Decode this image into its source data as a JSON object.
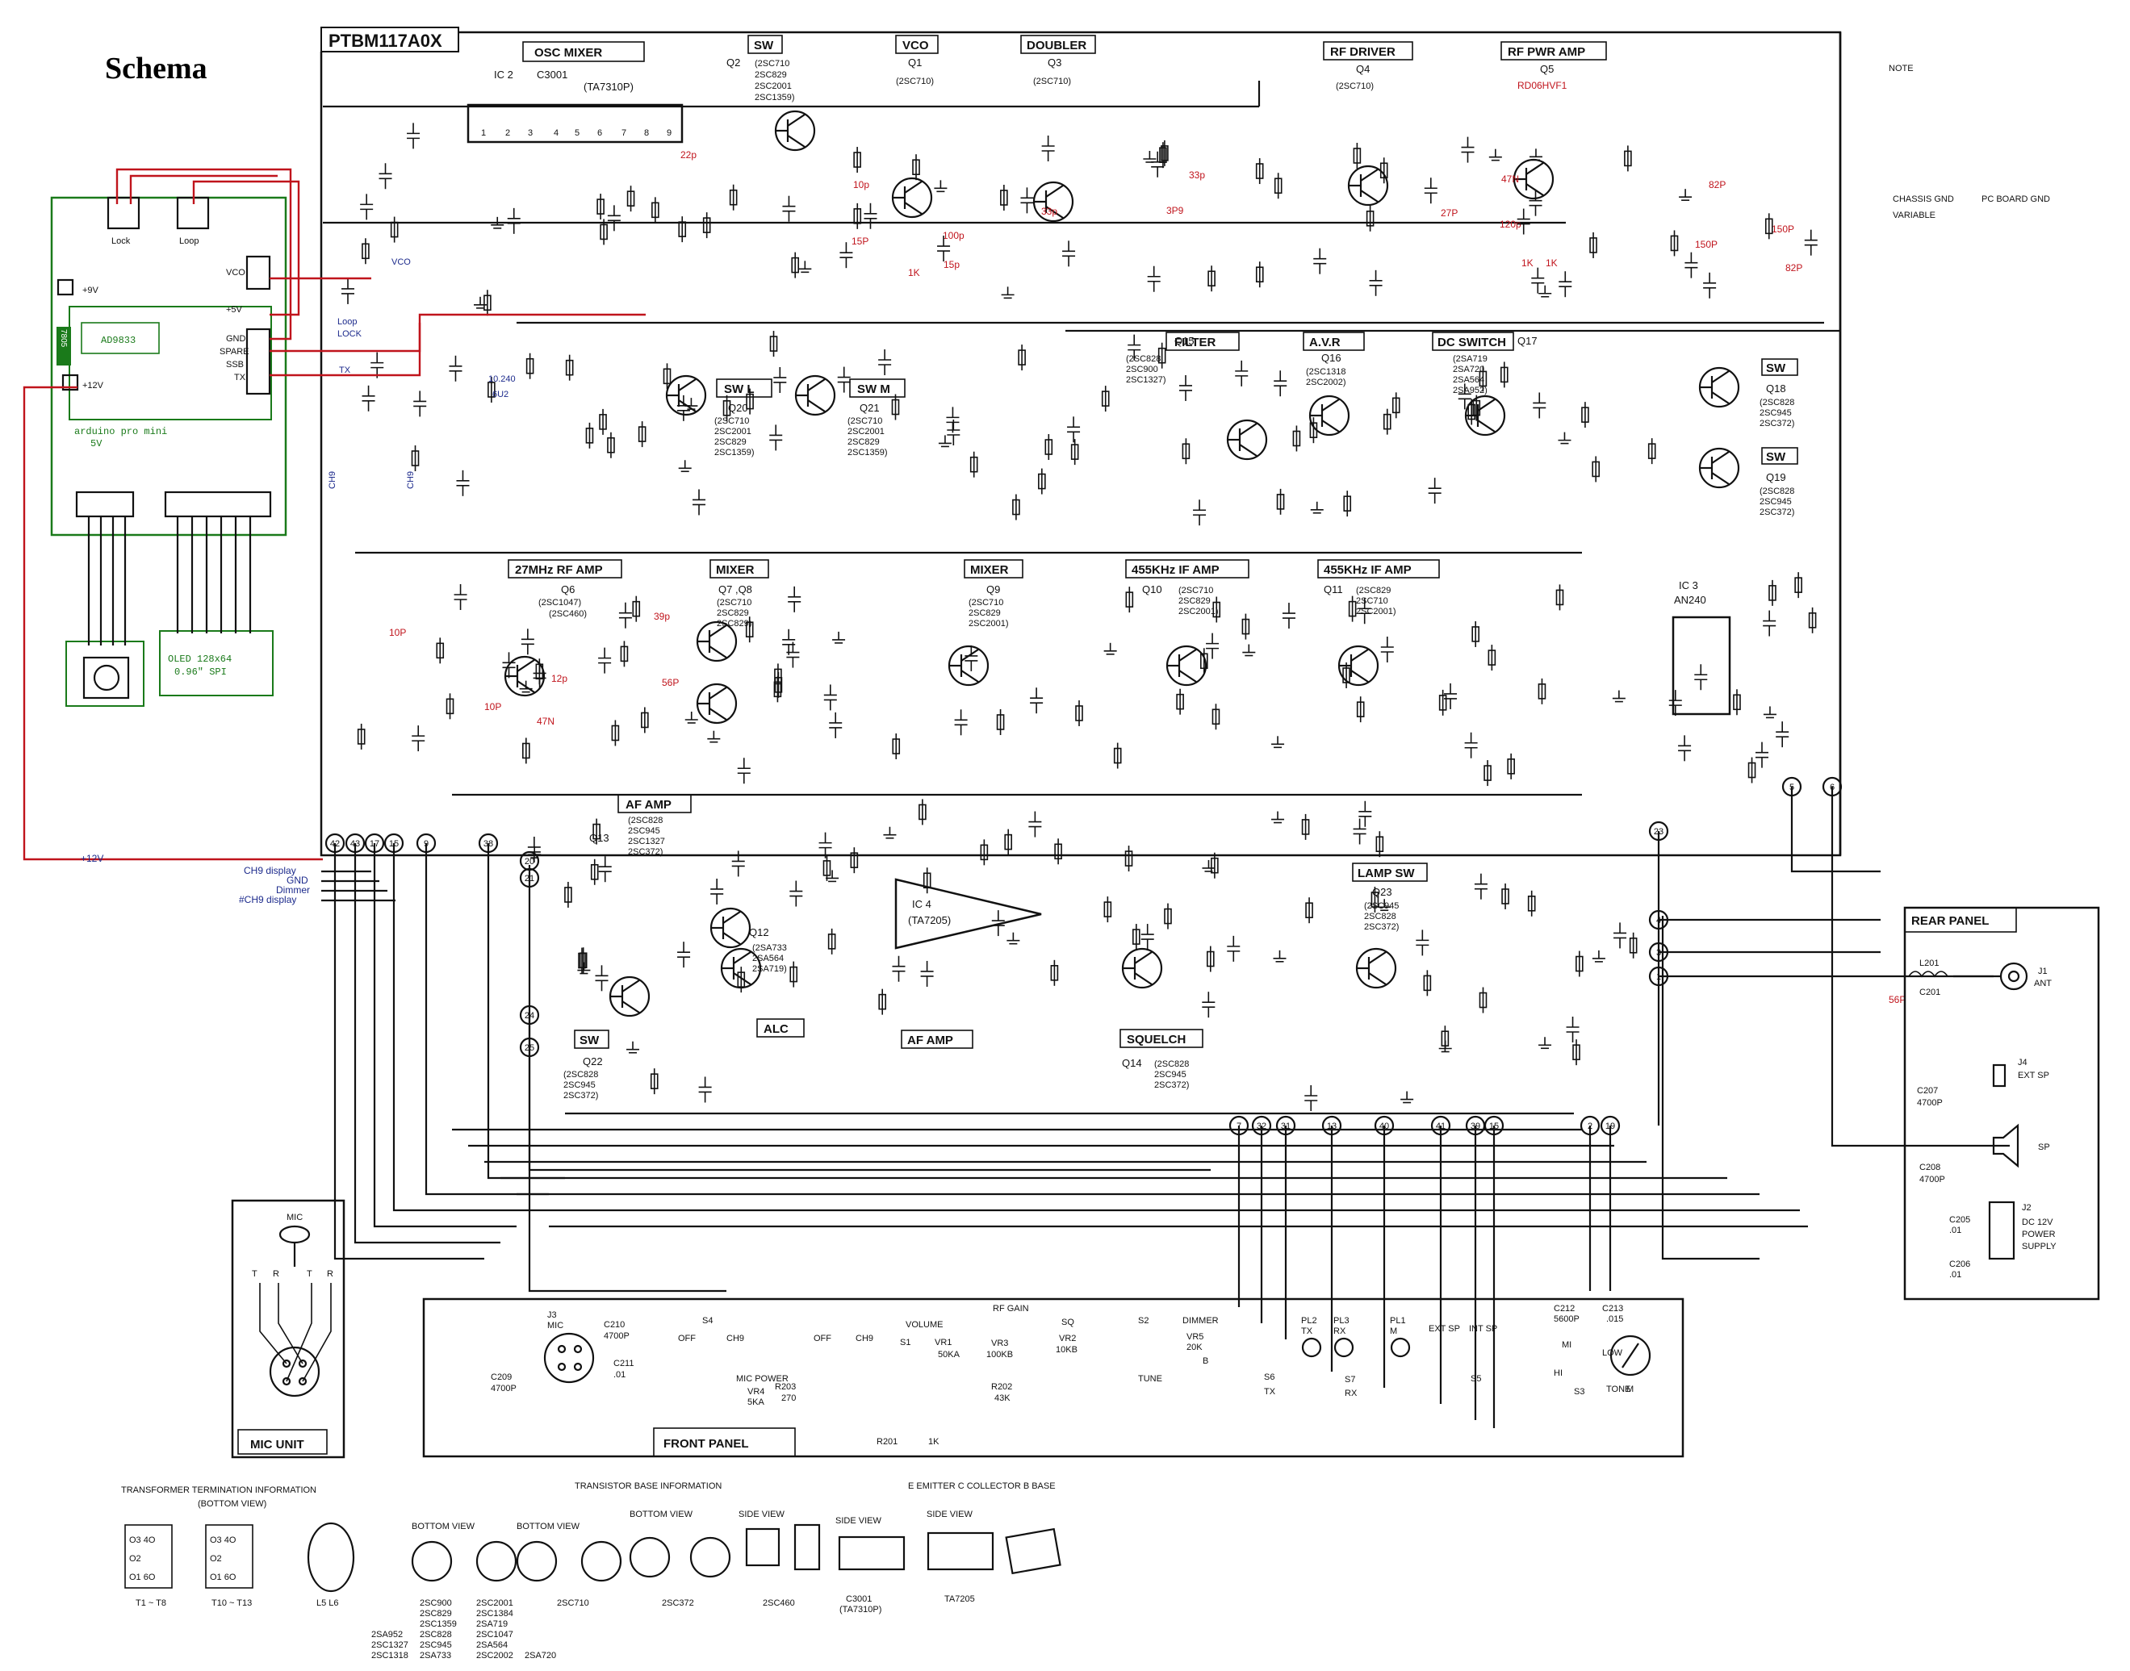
{
  "title": "Schema",
  "board_id": "PTBM117A0X",
  "note_label": "NOTE",
  "legend": {
    "chassis_gnd": "CHASSIS GND",
    "pc_board_gnd": "PC BOARD GND",
    "variable": "VARIABLE"
  },
  "sections": {
    "osc_mixer": "OSC MIXER",
    "sw_top": "SW",
    "vco": "VCO",
    "doubler": "DOUBLER",
    "rf_driver": "RF DRIVER",
    "rf_pwr_amp": "RF PWR AMP",
    "filter": "FILTER",
    "avr": "A.V.R",
    "dc_switch": "DC SWITCH",
    "sw_l": "SW L",
    "sw_m": "SW M",
    "rf_amp_27": "27MHz RF AMP",
    "mixer1": "MIXER",
    "mixer2": "MIXER",
    "if_amp1": "455KHz IF AMP",
    "if_amp2": "455KHz IF AMP",
    "af_amp_block": "AF AMP",
    "af_amp_small": "AF AMP",
    "lamp_sw": "LAMP SW",
    "sw_bottom": "SW",
    "alc": "ALC",
    "squelch": "SQUELCH",
    "sw_q18": "SW",
    "sw_q19": "SW",
    "rear_panel": "REAR PANEL",
    "front_panel": "FRONT PANEL",
    "mic_unit": "MIC UNIT"
  },
  "ics": {
    "ic2": {
      "ref": "IC 2",
      "part": "C3001",
      "sub": "(TA7310P)"
    },
    "ic3": {
      "ref": "IC 3",
      "part": "AN240"
    },
    "ic4": {
      "ref": "IC 4",
      "part": "(TA7205)"
    }
  },
  "transistors": {
    "q1": {
      "ref": "Q1",
      "part": "(2SC710)"
    },
    "q2": {
      "ref": "Q2",
      "parts": [
        "(2SC710",
        "2SC829",
        "2SC2001",
        "2SC1359)"
      ]
    },
    "q3": {
      "ref": "Q3",
      "part": "(2SC710)"
    },
    "q4": {
      "ref": "Q4",
      "part": "(2SC710)"
    },
    "q5": {
      "ref": "Q5",
      "part": "RD06HVF1"
    },
    "q6": {
      "ref": "Q6",
      "parts": [
        "(2SC1047)",
        "(2SC460)"
      ]
    },
    "q78": {
      "ref": "Q7 ,Q8",
      "parts": [
        "(2SC710",
        "2SC829",
        "2SC829)"
      ]
    },
    "q9": {
      "ref": "Q9",
      "parts": [
        "(2SC710",
        "2SC829",
        "2SC2001)"
      ]
    },
    "q10": {
      "ref": "Q10",
      "parts": [
        "(2SC710",
        "2SC829",
        "2SC2001)"
      ]
    },
    "q11": {
      "ref": "Q11",
      "parts": [
        "(2SC829",
        "2SC710",
        "2SC2001)"
      ]
    },
    "q12": {
      "ref": "Q12",
      "parts": [
        "(2SA733",
        "2SA564",
        "2SA719)"
      ]
    },
    "q13": {
      "ref": "Q13",
      "parts": [
        "(2SC828",
        "2SC945",
        "2SC1327",
        "2SC372)"
      ]
    },
    "q14": {
      "ref": "Q14",
      "parts": [
        "(2SC828",
        "2SC945",
        "2SC372)"
      ]
    },
    "q15": {
      "ref": "Q15",
      "parts": [
        "(2SC828",
        "2SC900",
        "2SC1327)"
      ]
    },
    "q16": {
      "ref": "Q16",
      "parts": [
        "(2SC1318",
        "2SC2002)"
      ]
    },
    "q17": {
      "ref": "Q17",
      "parts": [
        "(2SA719",
        "2SA720",
        "2SA564",
        "2SA952)"
      ]
    },
    "q18": {
      "ref": "Q18",
      "parts": [
        "(2SC828",
        "2SC945",
        "2SC372)"
      ]
    },
    "q19": {
      "ref": "Q19",
      "parts": [
        "(2SC828",
        "2SC945",
        "2SC372)"
      ]
    },
    "q20": {
      "ref": "Q20",
      "parts": [
        "(2SC710",
        "2SC2001",
        "2SC829",
        "2SC1359)"
      ]
    },
    "q21": {
      "ref": "Q21",
      "parts": [
        "(2SC710",
        "2SC2001",
        "2SC829",
        "2SC1359)"
      ]
    },
    "q22": {
      "ref": "Q22",
      "parts": [
        "(2SC828",
        "2SC945",
        "2SC372)"
      ]
    },
    "q23": {
      "ref": "Q23",
      "parts": [
        "(2SC945",
        "2SC828",
        "2SC372)"
      ]
    }
  },
  "rf_mod_values": {
    "c19": "22p",
    "c23": "10p",
    "c25": "15p",
    "c24": "100p",
    "c27": "15P",
    "c32": "33p",
    "c35": "3P9",
    "c37": "33p",
    "c41": "27P",
    "c43": "120p",
    "l44": "47N",
    "c47": "82P",
    "c49": "150P",
    "c48": "150P",
    "c50": "82P",
    "c201": "56P",
    "r_1k_a": "1K",
    "r_1k_b": "1K",
    "r_1k_q1": "1K",
    "c51": "10P",
    "c53": "10P",
    "c59": "39p",
    "c60": "56P",
    "c134": "47N",
    "c12p": "12p"
  },
  "addon": {
    "board_label": "arduino pro mini",
    "board_sub": "5V",
    "dds_label": "AD9833",
    "ldo_label": "7805",
    "oled_line1": "OLED 128x64",
    "oled_line2": "0.96\" SPI",
    "lock_label": "Lock",
    "loop_label": "Loop",
    "pins": [
      "VCO",
      "+5V",
      "GND",
      "SPARE",
      "SSB",
      "TX"
    ],
    "plus9": "+9V",
    "plus12": "+12V",
    "wire_vco": "VCO",
    "wire_loop": "Loop",
    "wire_lock": "LOCK",
    "wire_tx": "TX",
    "freq1": "10.240",
    "freq2": "6U2",
    "ch9": "CH9",
    "supply": "+12V",
    "display_labels": [
      "CH9 display",
      "GND",
      "Dimmer",
      "#CH9 display"
    ]
  },
  "rear": {
    "j1": "J1",
    "j1_name": "ANT",
    "j4": "J4",
    "j4_name": "EXT SP",
    "sp": "SP",
    "j2": "J2",
    "j2_name": [
      "DC 12V",
      "POWER",
      "SUPPLY"
    ],
    "l201": "L201",
    "c201": "C201",
    "c207": "C207",
    "c207_val": "4700P",
    "c208": "C208",
    "c208_val": "4700P",
    "c205": "C205",
    "c205_val": ".01",
    "c206": "C206",
    "c206_val": ".01"
  },
  "front": {
    "j3": "J3",
    "j3_name": "MIC",
    "c210": "C210",
    "c210_val": "4700P",
    "c209": "C209",
    "c209_val": "4700P",
    "c211": "C211",
    "c211_val": ".01",
    "s4": "S4",
    "off1": "OFF",
    "ch9_1": "CH9",
    "mic_power": "MIC POWER",
    "vr4": "VR4",
    "vr4_val": "5KA",
    "r203": "R203",
    "r203_val": "270",
    "off2": "OFF",
    "ch9_2": "CH9",
    "volume": "VOLUME",
    "s1": "S1",
    "vr1": "VR1",
    "vr1_val": "50KA",
    "rf_gain": "RF GAIN",
    "vr3": "VR3",
    "vr3_val": "100KB",
    "sq": "SQ",
    "vr2": "VR2",
    "vr2_val": "10KB",
    "s2": "S2",
    "tune": "TUNE",
    "dimmer": "DIMMER",
    "vr5": "VR5",
    "vr5_val": "20K",
    "b": "B",
    "r202": "R202",
    "r202_val": "43K",
    "r201": "R201",
    "r201_val": "1K",
    "pl2": "PL2",
    "pl2_name": "TX",
    "pl3": "PL3",
    "pl3_name": "RX",
    "pl1": "PL1",
    "pl1_name": "M",
    "s6": "S6",
    "s6_name": "TX",
    "s7": "S7",
    "s7_name": "RX",
    "ext_sp": "EXT SP",
    "int_sp": "INT SP",
    "s5": "S5",
    "c212": "C212",
    "c212_val": "5600P",
    "c213": "C213",
    "c213_val": ".015",
    "mi": "MI",
    "low": "LOW",
    "hi": "HI",
    "tone": "TONE",
    "s3": "S3",
    "m": "M"
  },
  "mic_unit": {
    "mic": "MIC",
    "pins": [
      "T",
      "R",
      "T",
      "R"
    ]
  },
  "bottom_info": {
    "transformer_title": "TRANSFORMER TERMINATION INFORMATION",
    "transformer_sub": "(BOTTOM VIEW)",
    "t1_t8": "T1 ~ T8",
    "t10_t13": "T10 ~ T13",
    "l5_l6": "L5 L6",
    "transistor_title": "TRANSISTOR BASE INFORMATION",
    "emitter_legend": "E EMITTER C COLLECTOR B BASE",
    "bottom_view": "BOTTOM VIEW",
    "side_view": "SIDE VIEW",
    "group1": [
      "2SC900",
      "2SC829",
      "2SC1359",
      "2SC828",
      "2SC945",
      "2SA733",
      "2SC1318",
      "2SC1327",
      "2SA952"
    ],
    "group2": [
      "2SC2001",
      "2SC1384",
      "2SA719",
      "2SC1047",
      "2SA564",
      "2SC2002",
      "2SA720"
    ],
    "group3": "2SC710",
    "group4": "2SC372",
    "group5": "2SC460",
    "group6": [
      "C3001",
      "(TA7310P)"
    ],
    "group7": "TA7205"
  },
  "connectors": [
    "42",
    "43",
    "17",
    "15",
    "9",
    "38",
    "20",
    "21",
    "24",
    "25",
    "5",
    "6",
    "23",
    "4",
    "3",
    "1",
    "7",
    "32",
    "31",
    "13",
    "40",
    "41",
    "39",
    "15",
    "2",
    "19"
  ],
  "colors": {
    "ink": "#111111",
    "addon_red": "#c0141c",
    "addon_navy": "#1c2a8c",
    "addon_green": "#1a7a1a",
    "mod_purple": "#7a2fb0"
  }
}
